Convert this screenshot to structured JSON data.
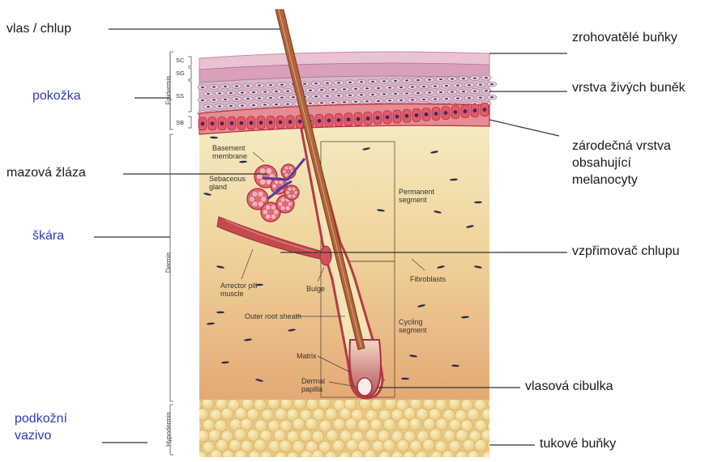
{
  "labels": {
    "hair": "vlas / chlup",
    "sebaceous": "mazová žláza",
    "dead_cells": "zrohovatělé buňky",
    "living_cells": "vrstva živých buněk",
    "germinal": [
      "zárodečná vrstva",
      "obsahující",
      "melanocyty"
    ],
    "arrector": "vzpřimovač chlupu",
    "bulb": "vlasová cibulka",
    "fat": "tukové buňky",
    "epidermis": "pokožka",
    "dermis": "škára",
    "hypodermis": [
      "podkožní",
      "vazivo"
    ]
  },
  "figure_labels": {
    "sc": "SC",
    "sg": "SG",
    "ss": "SS",
    "sb": "SB",
    "epidermis": "Epidermis",
    "dermis": "Dermis",
    "hypodermis": "Hypodermis",
    "basement": [
      "Basement",
      "membrane"
    ],
    "sebaceous_gland": [
      "Sebaceous",
      "gland"
    ],
    "permanent": [
      "Permanent",
      "segment"
    ],
    "arrector_pili": [
      "Arrector pili",
      "muscle"
    ],
    "bulge": "Bulge",
    "fibroblasts": "Fibroblasts",
    "outer_root": "Outer root sheath",
    "cycling": [
      "Cycling",
      "segment"
    ],
    "matrix": "Matrix",
    "dermal_papilla": [
      "Dermal",
      "papilla"
    ]
  },
  "colors": {
    "label_text": "#1a1a1a",
    "layer_label_blue": "#2f3ab8",
    "dermis_top": "#f3e6b8",
    "dermis_bottom": "#e4b07a",
    "fat": "#f0dc9a",
    "epidermis_cells": "#d9b3c4",
    "basal_cells": "#d43a4a",
    "hair_shaft": "#a85a3a"
  }
}
